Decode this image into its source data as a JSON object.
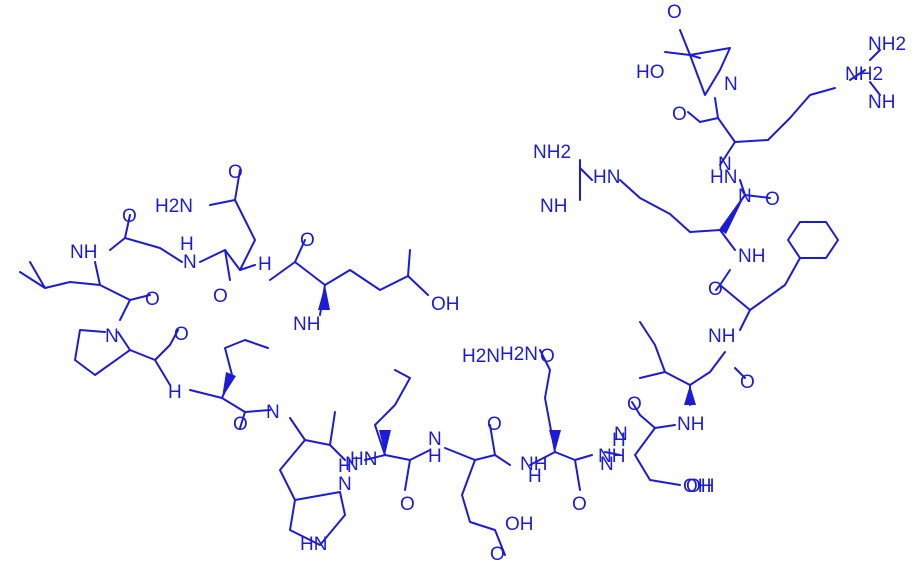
{
  "molecule": {
    "color": "#1c1cd6",
    "atom_labels": [
      "NH2",
      "NH",
      "NH2",
      "HO",
      "O",
      "N",
      "NH2",
      "NH",
      "HN",
      "O",
      "N",
      "NH",
      "NH",
      "H2N",
      "O",
      "O",
      "HN",
      "N",
      "O",
      "O",
      "H2N",
      "N",
      "NH",
      "O",
      "OH",
      "NH",
      "O",
      "NH",
      "HN",
      "N",
      "H",
      "O",
      "HN",
      "H2N",
      "O",
      "NH",
      "O",
      "N",
      "H",
      "O",
      "N",
      "H",
      "O",
      "OH",
      "NH",
      "O",
      "H",
      "N",
      "O",
      "N",
      "H",
      "O",
      "OH",
      "H",
      "N",
      "OH",
      "N",
      "H",
      "O",
      "O"
    ]
  }
}
